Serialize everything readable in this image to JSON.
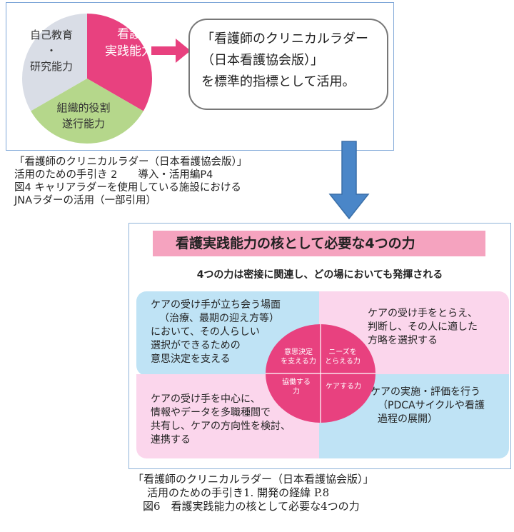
{
  "top_figure": {
    "pie": {
      "segments": [
        {
          "label_lines": [
            "自己教育",
            "・",
            "研究能力"
          ],
          "color": "#d9dde6"
        },
        {
          "label_lines": [
            "看護",
            "実践能力"
          ],
          "color": "#e8417f"
        },
        {
          "label_lines": [
            "組織的役割",
            "遂行能力"
          ],
          "color": "#b5d78b"
        }
      ]
    },
    "ladder_box_lines": [
      "「看護師のクリニカルラダー",
      "（日本看護協会版）」",
      "を標準的指標として活用。"
    ],
    "caption_lines": [
      "「看護師のクリニカルラダー（日本看護協会版）」",
      "活用のための手引き 2　　導入・活用編P4",
      "図4 キャリアラダーを使用している施設における",
      "JNAラダーの活用（一部引用）"
    ]
  },
  "bottom_figure": {
    "title": "看護実践能力の核として必要な4つの力",
    "subtitle": "4つの力は密接に関連し、どの場においても発揮される",
    "quadrants": {
      "top_left": [
        "ケアの受け手が立ち会う場面",
        "（治療、最期の迎え方等）",
        "において、その人らしい",
        "選択ができるための",
        "意思決定を支える"
      ],
      "top_right": [
        "ケアの受け手をとらえ、",
        "判断し、その人に適した",
        "方略を選択する"
      ],
      "bottom_left": [
        "ケアの受け手を中心に、",
        "情報やデータを多職種間で",
        "共有し、ケアの方向性を検討、",
        "連携する"
      ],
      "bottom_right": [
        "ケアの実施・評価を行う",
        "（PDCAサイクルや看護",
        "過程の展開）"
      ]
    },
    "center_labels": {
      "top_left": [
        "意思決定",
        "を支える力"
      ],
      "top_right": [
        "ニーズを",
        "とらえる力"
      ],
      "bottom_left": [
        "協働する",
        "力"
      ],
      "bottom_right": [
        "ケアする力"
      ]
    },
    "caption_lines": [
      "「看護師のクリニカルラダー（日本看護協会版）」",
      "活用のための手引き1. 開発の経緯 P.8",
      "図6　看護実践能力の核として必要な4つの力"
    ]
  },
  "colors": {
    "pink_accent": "#e8417f",
    "arrow_blue": "#4a86c8",
    "quadrant_blue": "#bfe3f5",
    "quadrant_pink": "#fbd6ec",
    "title_band": "#f5a3bf",
    "frame_blue": "#7fa7d8"
  }
}
